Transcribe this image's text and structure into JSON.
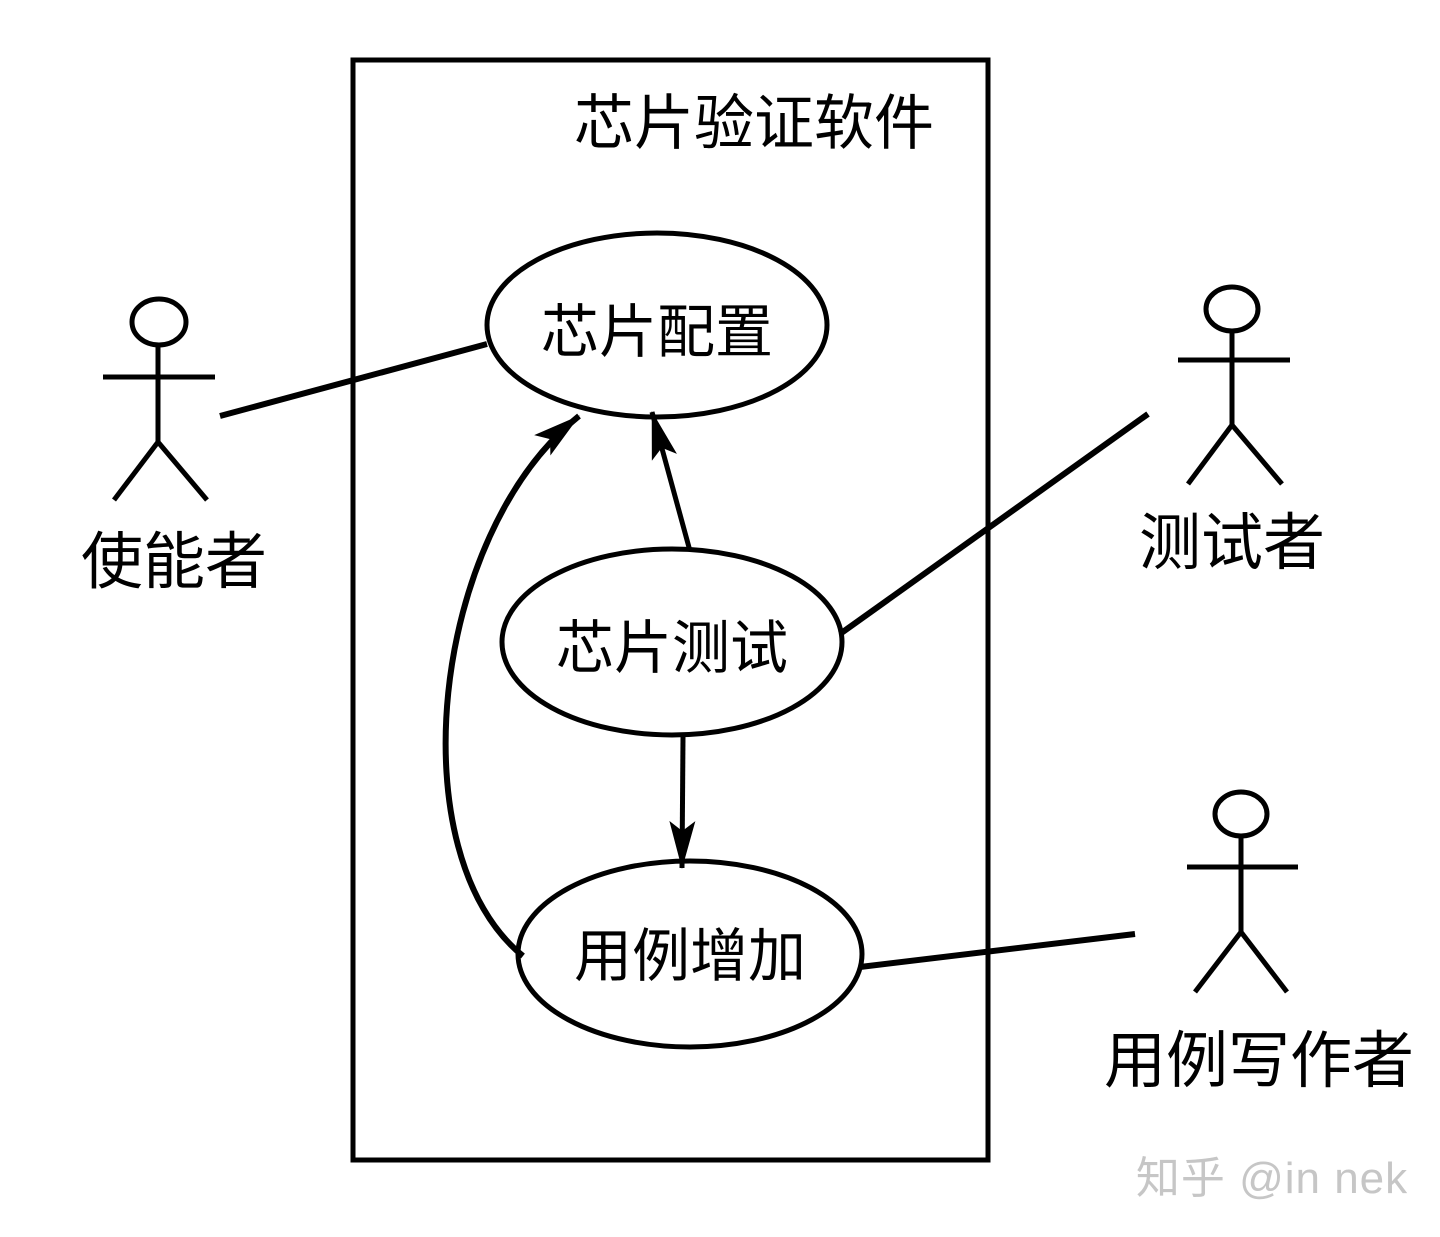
{
  "diagram": {
    "type": "uml-use-case",
    "ink": "#000000",
    "background": "#ffffff",
    "system_title": "芯片验证软件",
    "use_cases": [
      {
        "label": "芯片配置"
      },
      {
        "label": "芯片测试"
      },
      {
        "label": "用例增加"
      }
    ],
    "actors": [
      {
        "label": "使能者"
      },
      {
        "label": "测试者"
      },
      {
        "label": "用例写作者"
      }
    ],
    "relations": [
      {
        "from": "使能者",
        "to": "芯片配置",
        "type": "association"
      },
      {
        "from": "测试者",
        "to": "芯片测试",
        "type": "association"
      },
      {
        "from": "用例写作者",
        "to": "用例增加",
        "type": "association"
      },
      {
        "from": "芯片测试",
        "to": "芯片配置",
        "type": "arrow"
      },
      {
        "from": "芯片测试",
        "to": "用例增加",
        "type": "arrow"
      },
      {
        "from": "用例增加",
        "to": "芯片配置",
        "type": "arrow"
      }
    ],
    "watermark": {
      "text": "知乎 @in nek",
      "color": "#c6c6c6"
    }
  }
}
